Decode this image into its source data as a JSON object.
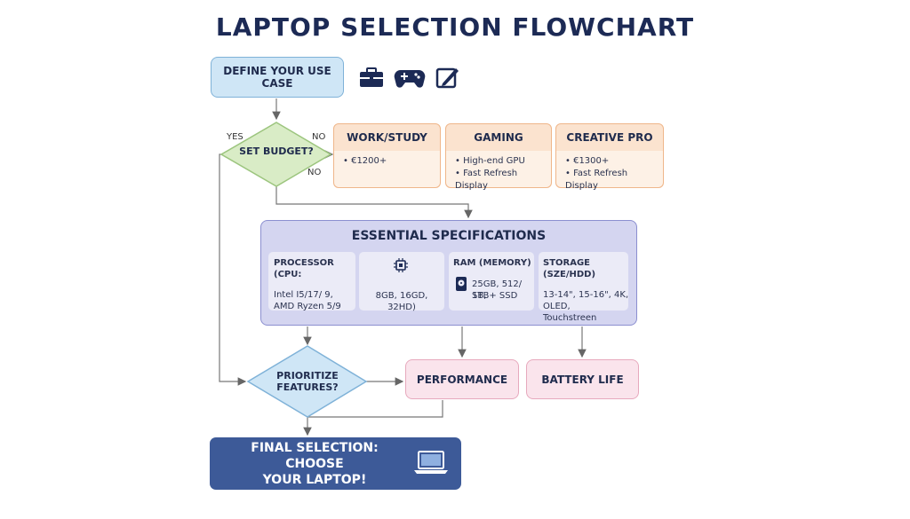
{
  "title": "LAPTOP SELECTION FLOWCHART",
  "use_case": "DEFINE YOUR USE CASE",
  "use_case_icons": [
    "briefcase-icon",
    "gamepad-icon",
    "pen-tablet-icon"
  ],
  "budget": {
    "label": "SET BUDGET?",
    "yes_label": "YES",
    "no_label_1": "NO",
    "no_label_2": "NO"
  },
  "categories": [
    {
      "title": "WORK/STUDY",
      "lines": [
        "• €1200+"
      ]
    },
    {
      "title": "GAMING",
      "lines": [
        "• High-end GPU",
        "• Fast Refresh Display"
      ]
    },
    {
      "title": "CREATIVE PRO",
      "lines": [
        "• €1300+",
        "• Fast Refresh Display"
      ]
    }
  ],
  "specs": {
    "title": "ESSENTIAL SPECIFICATIONS",
    "cpu": {
      "heading": "PROCESSOR (CPU:",
      "line1": "Intel I5/17/ 9,",
      "line2": "AMD Ryzen 5/9"
    },
    "ram_detail": {
      "icon": "chip-icon",
      "line1": "8GB, 16GD, 32HD)"
    },
    "memory": {
      "heading": "RAM (MEMORY)",
      "icon": "drive-icon",
      "line1": "25GB, 512/ SB,",
      "line2": "1TB+ SSD"
    },
    "storage": {
      "heading": "STORAGE (SZE/HDD)",
      "line1": "13-14\", 15-16\", 4K,",
      "line2": "OLED, Touchstreen"
    }
  },
  "prioritize": {
    "line1": "PRIORITIZE",
    "line2": "FEATURES?"
  },
  "performance": "PERFORMANCE",
  "battery": "BATTERY LIFE",
  "final": {
    "line1": "FINAL SELECTION: CHOOSE",
    "line2": "YOUR LAPTOP!",
    "icon": "laptop-icon"
  },
  "colors": {
    "navy": "#1c2a55",
    "blue_box": "#cfe6f6",
    "green_diamond": "#d9ecc6",
    "orange_box": "#fbe3cf",
    "purple_box": "#d4d5f0",
    "pink_box": "#fae4ec",
    "final_box": "#3d5a98"
  }
}
